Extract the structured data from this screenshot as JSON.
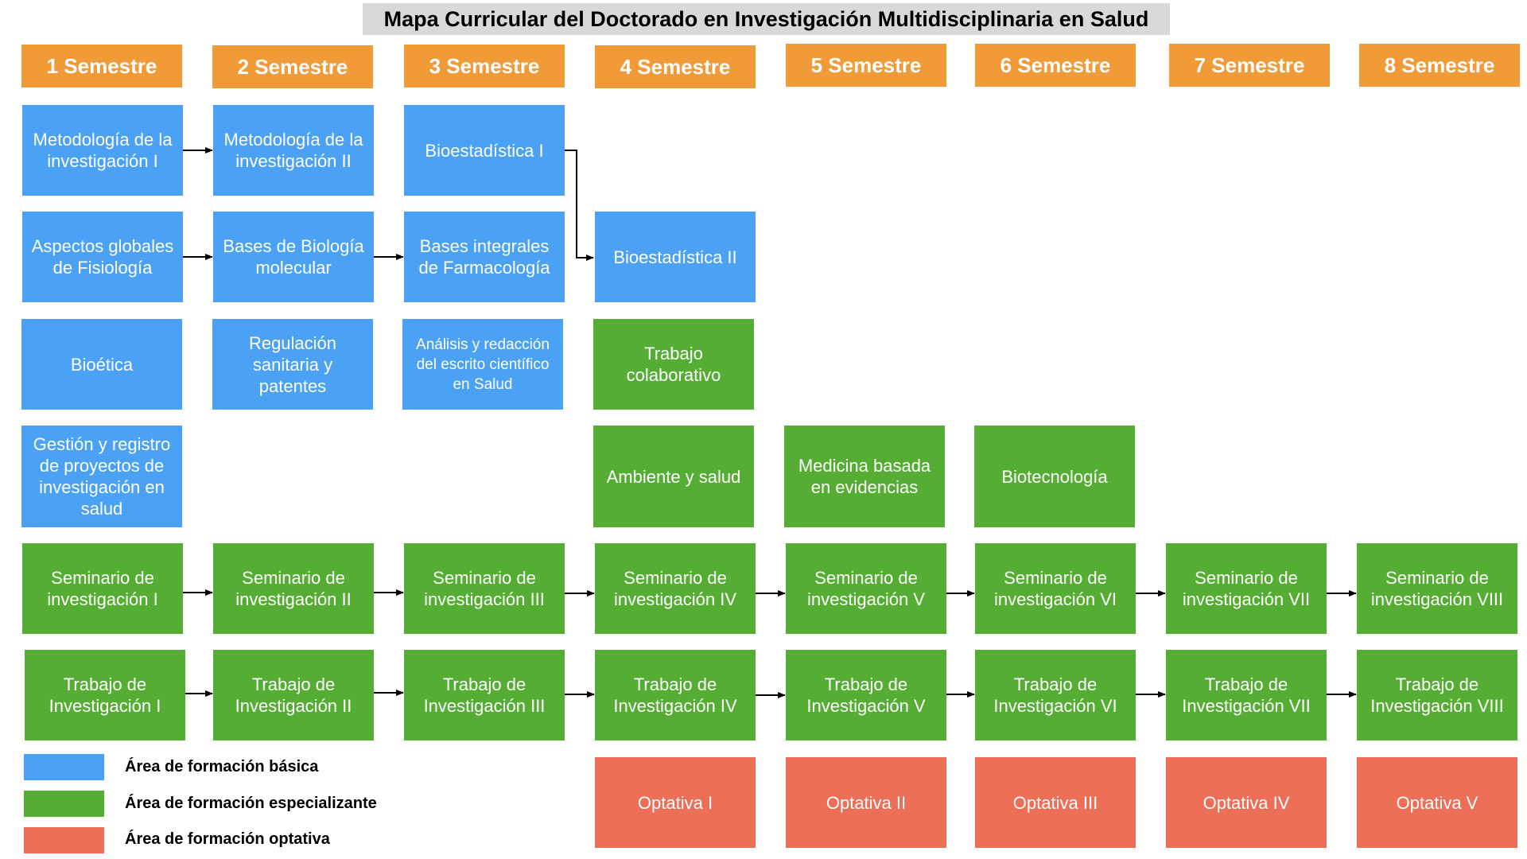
{
  "title": "Mapa Curricular del Doctorado en Investigación Multidisciplinaria en Salud",
  "colors": {
    "semester_header": "#f09a38",
    "basica": "#4ba2f5",
    "especializante": "#55ae33",
    "optativa": "#ed6f58",
    "title_bg": "#d9d9d9"
  },
  "semesters": [
    "1 Semestre",
    "2 Semestre",
    "3 Semestre",
    "4 Semestre",
    "5 Semestre",
    "6 Semestre",
    "7 Semestre",
    "8 Semestre"
  ],
  "courses": {
    "metodologia_1": "Metodología de la\ninvestigación I",
    "metodologia_2": "Metodología de la\ninvestigación II",
    "bioestadistica_1": "Bioestadística I",
    "aspectos_fisiologia": "Aspectos globales\nde Fisiología",
    "bases_biologia": "Bases de Biología\nmolecular",
    "bases_farmacologia": "Bases integrales\nde Farmacología",
    "bioestadistica_2": "Bioestadística II",
    "bioetica": "Bioética",
    "regulacion": "Regulación\nsanitaria y\npatentes",
    "analisis_redaccion": "Análisis y redacción\ndel escrito científico\nen Salud",
    "trabajo_colaborativo": "Trabajo\ncolaborativo",
    "gestion_registro": "Gestión y registro\nde proyectos de\ninvestigación en\nsalud",
    "ambiente_salud": "Ambiente y salud",
    "medicina_evidencias": "Medicina basada\nen evidencias",
    "biotecnologia": "Biotecnología"
  },
  "seminarios": [
    "Seminario de\ninvestigación I",
    "Seminario de\ninvestigación II",
    "Seminario de\ninvestigación III",
    "Seminario de\ninvestigación IV",
    "Seminario de\ninvestigación V",
    "Seminario de\ninvestigación VI",
    "Seminario de\ninvestigación VII",
    "Seminario de\ninvestigación VIII"
  ],
  "trabajos": [
    "Trabajo de\nInvestigación I",
    "Trabajo de\nInvestigación II",
    "Trabajo de\nInvestigación III",
    "Trabajo de\nInvestigación IV",
    "Trabajo de\nInvestigación V",
    "Trabajo de\nInvestigación VI",
    "Trabajo de\nInvestigación VII",
    "Trabajo de\nInvestigación VIII"
  ],
  "optativas": [
    "Optativa I",
    "Optativa II",
    "Optativa III",
    "Optativa IV",
    "Optativa V"
  ],
  "legend": {
    "basica": "Área de formación básica",
    "especializante": "Área de formación especializante",
    "optativa": "Área de formación optativa"
  }
}
